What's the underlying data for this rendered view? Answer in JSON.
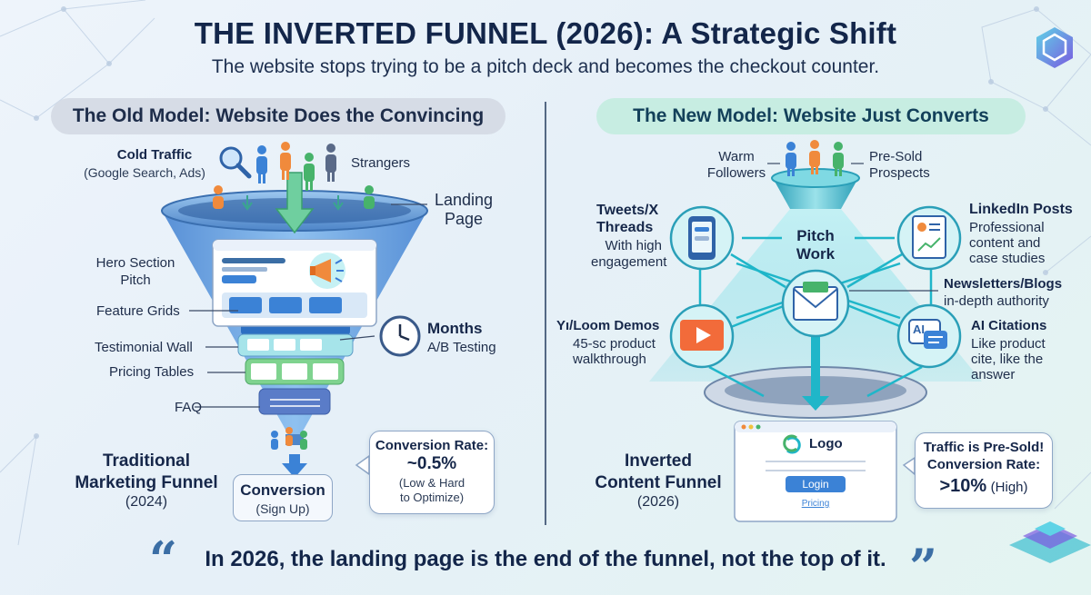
{
  "header": {
    "title": "THE INVERTED FUNNEL (2026): A Strategic Shift",
    "subtitle": "The website stops trying to be a pitch deck and becomes the checkout counter."
  },
  "old_model": {
    "heading": "The Old Model: Website Does the Convincing",
    "cold_traffic": "Cold Traffic",
    "cold_traffic_sub": "(Google Search, Ads)",
    "strangers": "Strangers",
    "landing_page": "Landing\nPage",
    "hero_section": "Hero Section\nPitch",
    "feature_grids": "Feature Grids",
    "testimonial_wall": "Testimonial Wall",
    "pricing_tables": "Pricing Tables",
    "faq": "FAQ",
    "months": "Months",
    "ab_testing": "A/B Testing",
    "funnel_name": "Traditional\nMarketing Funnel",
    "funnel_year": "(2024)",
    "conversion": "Conversion",
    "conversion_sub": "(Sign Up)",
    "rate_label": "Conversion Rate:",
    "rate_value": "~0.5%",
    "rate_note": "(Low & Hard\nto Optimize)"
  },
  "new_model": {
    "heading": "The New Model: Website Just Converts",
    "warm_followers": "Warm\nFollowers",
    "pre_sold": "Pre-Sold\nProspects",
    "tweets": "Tweets/X\nThreads",
    "tweets_sub": "With high\nengagement",
    "pitch_work": "Pitch\nWork",
    "linkedin": "LinkedIn Posts",
    "linkedin_sub": "Professional\ncontent and\ncase studies",
    "newsletters": "Newsletters/Blogs",
    "newsletters_sub": "in-depth authority",
    "loom": "Yı/Loom Demos",
    "loom_sub": "45-sc product\nwalkthrough",
    "ai": "AI Citations",
    "ai_sub": "Like product\ncite, like the\nanswer",
    "ai_badge": "AI",
    "funnel_name": "Inverted\nContent Funnel",
    "funnel_year": "(2026)",
    "logo": "Logo",
    "login": "Login",
    "pricing": "Pricing",
    "callout_1": "Traffic is Pre-Sold!",
    "callout_2": "Conversion Rate:",
    "callout_value": ">10%",
    "callout_note": "(High)"
  },
  "quote": "In 2026, the landing page is the end of the funnel, not the top of it.",
  "colors": {
    "navy": "#13264a",
    "blue": "#3b82d6",
    "teal": "#1fb6c9",
    "orange": "#f08a3c",
    "green": "#47b36b"
  },
  "icons": [
    "magnifier-icon",
    "person-icon",
    "clock-icon",
    "megaphone-icon",
    "phone-icon",
    "resume-icon",
    "envelope-icon",
    "play-icon",
    "ai-chat-icon",
    "cube-logo-icon"
  ]
}
